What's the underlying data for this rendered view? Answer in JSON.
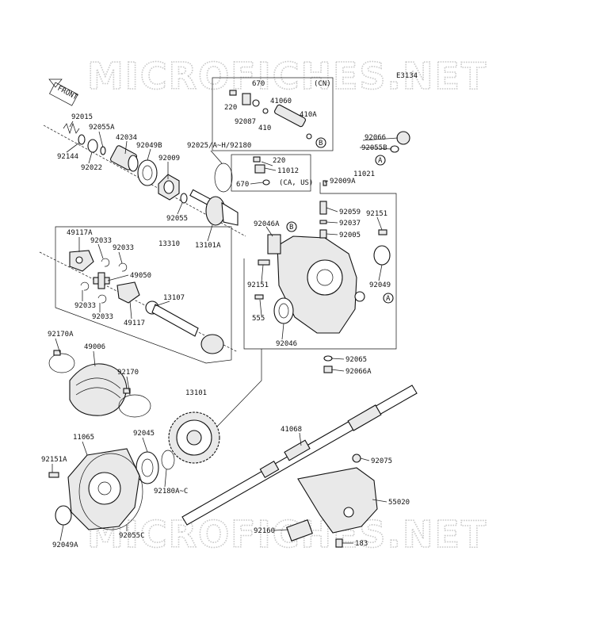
{
  "watermark": "MICROFICHES.NET",
  "diagram_code": "E3134",
  "front_label": "FRONT",
  "callout_a": "A",
  "callout_b": "B",
  "inset_cn": "(CN)",
  "inset_ca_us": "(CA, US)",
  "labels": {
    "p670a": "670",
    "p220a": "220",
    "p41060": "41060",
    "p92087": "92087",
    "p410": "410",
    "p410a": "410A",
    "p92015": "92015",
    "p92055a": "92055A",
    "p92144": "92144",
    "p92022": "92022",
    "p42034": "42034",
    "p92049b": "92049B",
    "p92009": "92009",
    "p92025": "92025/A~H/92180",
    "p220b": "220",
    "p11012": "11012",
    "p670b": "670",
    "p92009a": "92009A",
    "p11021": "11021",
    "p92066": "92066",
    "p92055b": "92055B",
    "p92055": "92055",
    "p13101a": "13101A",
    "p92046a": "92046A",
    "p92059": "92059",
    "p92151a": "92151",
    "p92037": "92037",
    "p92005": "92005",
    "p49117a": "49117A",
    "p92033a": "92033",
    "p92033b": "92033",
    "p13310": "13310",
    "p49050": "49050",
    "p92033c": "92033",
    "p92033d": "92033",
    "p13107": "13107",
    "p49117": "49117",
    "p92151b": "92151",
    "p555": "555",
    "p92046": "92046",
    "p92049": "92049",
    "p92065": "92065",
    "p92066a": "92066A",
    "p92170a": "92170A",
    "p49006": "49006",
    "p92170": "92170",
    "p13101": "13101",
    "p92045": "92045",
    "p41068": "41068",
    "p11065": "11065",
    "p92151c": "92151A",
    "p92180": "92180A~C",
    "p92075": "92075",
    "p55020": "55020",
    "p92049a": "92049A",
    "p92055c": "92055C",
    "p92160": "92160",
    "p183": "183"
  }
}
